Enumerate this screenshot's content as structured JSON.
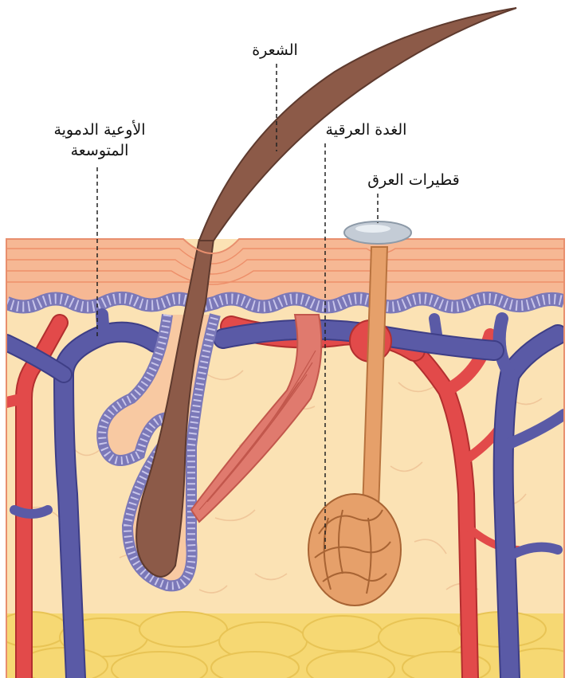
{
  "diagram": {
    "labels": {
      "hair": "الشعرة",
      "sweat_gland": "الغدة العرقية",
      "sweat_droplet": "قطيرات العرق",
      "vessels_line1": "الأوعية الدموية",
      "vessels_line2": "المتوسعة"
    },
    "colors": {
      "epidermis": "#f6b894",
      "epidermis_stripe": "#ed8f6a",
      "dermis": "#fbe2b4",
      "fat": "#f6d873",
      "basal_layer": "#b7b4df",
      "vein": "#5a5aa6",
      "artery": "#e24a4a",
      "hair": "#8c5a48",
      "muscle": "#e07a6e",
      "gland": "#e6a06a",
      "sweat_drop": "#c4ccd6"
    }
  }
}
